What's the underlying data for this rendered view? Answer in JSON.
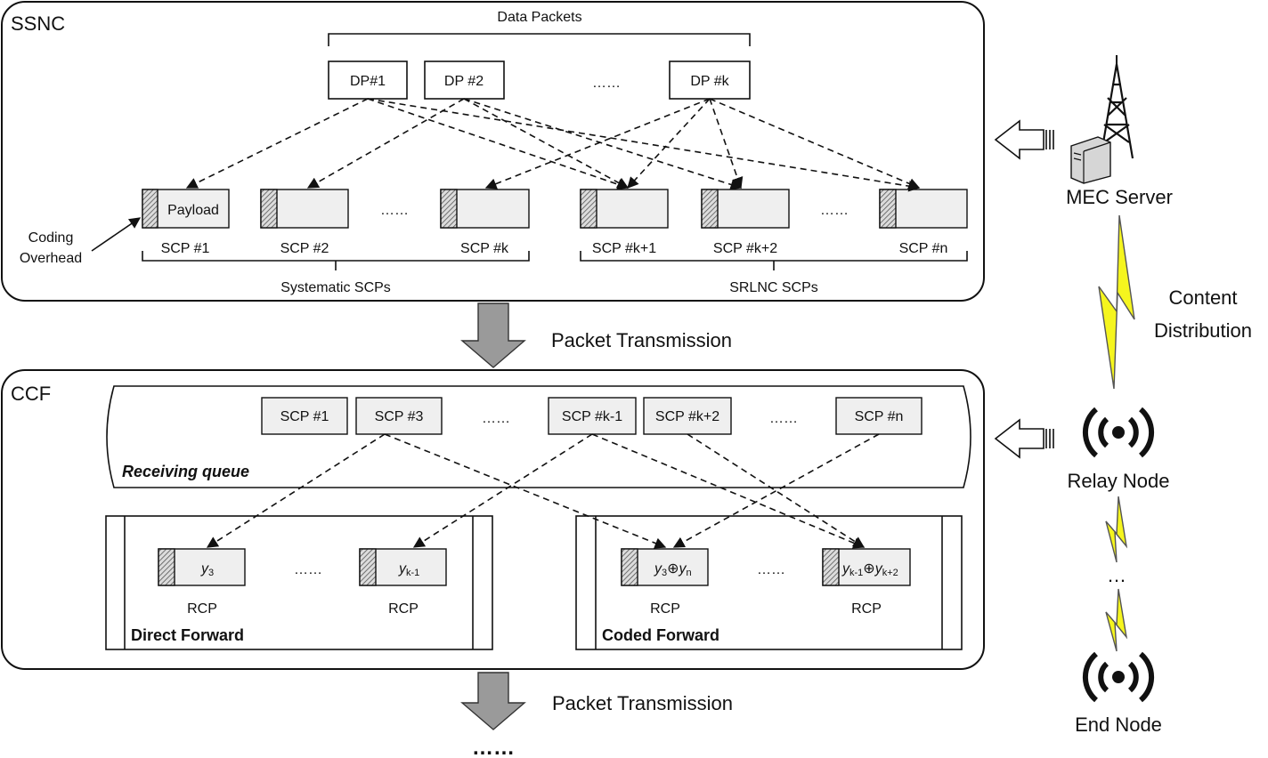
{
  "ssnc": {
    "label": "SSNC",
    "data_packets_label": "Data Packets",
    "dp_boxes": [
      "DP#1",
      "DP #2",
      "DP #k"
    ],
    "dp_ellipsis": "……",
    "payload_label": "Payload",
    "scp_labels": [
      "SCP #1",
      "SCP #2",
      "SCP #k",
      "SCP #k+1",
      "SCP #k+2",
      "SCP #n"
    ],
    "scp_ellipsis": "……",
    "coding_overhead": [
      "Coding",
      "Overhead"
    ],
    "systematic_label": "Systematic SCPs",
    "srlnc_label": "SRLNC SCPs"
  },
  "transmission": {
    "label_1": "Packet Transmission",
    "label_2": "Packet Transmission",
    "bottom_ellipsis": "……"
  },
  "ccf": {
    "label": "CCF",
    "queue_packets": [
      "SCP #1",
      "SCP #3",
      "SCP #k-1",
      "SCP #k+2",
      "SCP #n"
    ],
    "queue_ellipsis": "……",
    "receiving_queue": "Receiving queue",
    "direct_forward": "Direct Forward",
    "coded_forward": "Coded Forward",
    "rcp_label": "RCP",
    "rcp_ellipsis": "……",
    "y3": "y",
    "y3_sub": "3",
    "yk1": "y",
    "yk1_sub": "k-1",
    "coded1_a": "y",
    "coded1_a_sub": "3",
    "coded1_op": "⊕",
    "coded1_b": "y",
    "coded1_b_sub": "n",
    "coded2_a": "y",
    "coded2_a_sub": "k-1",
    "coded2_op": "⊕",
    "coded2_b": "y",
    "coded2_b_sub": "k+2"
  },
  "network": {
    "mec_server": "MEC Server",
    "content_distribution": [
      "Content",
      "Distribution"
    ],
    "relay_node": "Relay Node",
    "end_node": "End Node",
    "node_ellipsis": "…"
  },
  "icons": [
    "server-tower-icon",
    "wireless-node-icon",
    "lightning-bolt-icon",
    "block-arrow-icon"
  ],
  "colors": {
    "packet_fill": "#efefef",
    "bolt_fill": "#f5f51e",
    "arrow_fill": "#9a9a9a"
  }
}
